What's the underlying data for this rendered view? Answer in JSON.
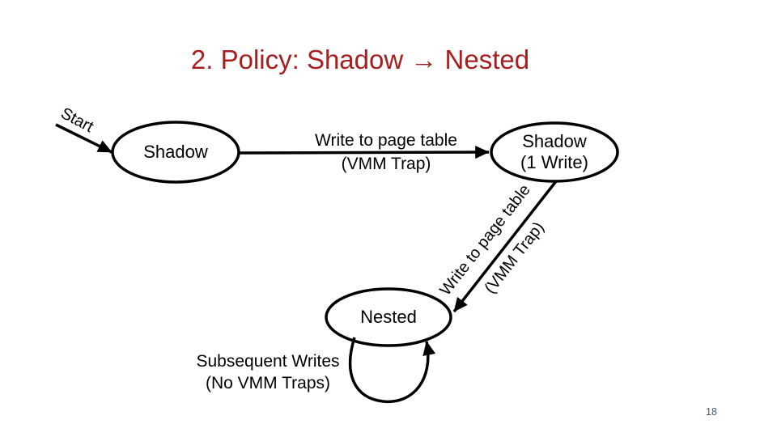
{
  "slide": {
    "title": "2. Policy: Shadow → Nested",
    "page_number": "18",
    "colors": {
      "title_red": "#A81E1E",
      "diagram_line": "#000000",
      "background": "#FFFFFF",
      "page_number_gray": "#44546A"
    },
    "diagram": {
      "start_label": "Start",
      "states": {
        "shadow": {
          "label": "Shadow"
        },
        "shadow_one_write": {
          "line1": "Shadow",
          "line2": "(1 Write)"
        },
        "nested": {
          "label": "Nested"
        }
      },
      "transitions": {
        "shadow_to_shadow_one_write": {
          "line1": "Write to page table",
          "line2": "(VMM Trap)"
        },
        "shadow_one_write_to_nested": {
          "line1": "Write to page table",
          "line2": "(VMM Trap)"
        },
        "nested_self_loop": {
          "line1": "Subsequent Writes",
          "line2": "(No VMM Traps)"
        }
      }
    }
  }
}
